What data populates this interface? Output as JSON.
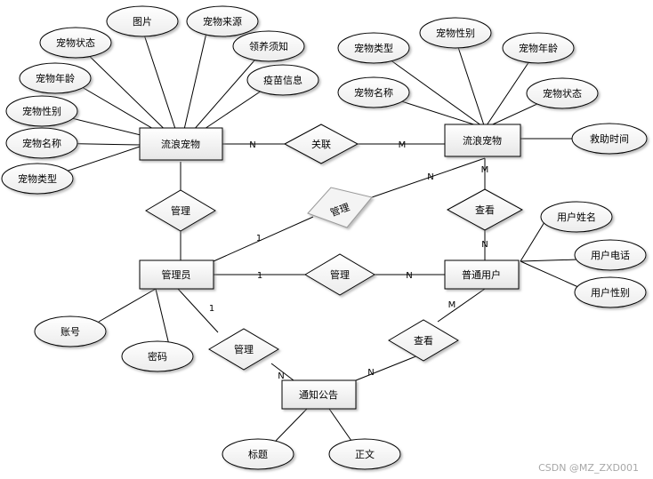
{
  "entities": {
    "stray_pet_left": "流浪宠物",
    "stray_pet_right": "流浪宠物",
    "admin": "管理员",
    "user": "普通用户",
    "notice": "通知公告"
  },
  "relationships": {
    "link": "关联",
    "manage_left": "管理",
    "manage_diag": "管理",
    "manage_mid": "管理",
    "manage_notice": "管理",
    "view_right": "查看",
    "view_notice": "查看"
  },
  "attributes": {
    "pet_left": {
      "photo": "图片",
      "source": "宠物来源",
      "status": "宠物状态",
      "adopt_notice": "领养须知",
      "age": "宠物年龄",
      "vaccine": "疫苗信息",
      "gender": "宠物性别",
      "name": "宠物名称",
      "type": "宠物类型"
    },
    "pet_right": {
      "type": "宠物类型",
      "gender": "宠物性别",
      "age": "宠物年龄",
      "name": "宠物名称",
      "status": "宠物状态",
      "rescue_time": "救助时间"
    },
    "admin": {
      "account": "账号",
      "password": "密码"
    },
    "user": {
      "name": "用户姓名",
      "phone": "用户电话",
      "gender": "用户性别"
    },
    "notice": {
      "title": "标题",
      "body": "正文"
    }
  },
  "cardinalities": {
    "link_left": "N",
    "link_right": "M",
    "diag_admin": "1",
    "diag_pet": "N",
    "view_pet": "M",
    "view_user": "N",
    "mid_admin": "1",
    "mid_user": "N",
    "notice_admin": "1",
    "notice_notice": "N",
    "viewnotice_notice": "N",
    "viewnotice_user": "M"
  },
  "watermark": "CSDN @MZ_ZXD001"
}
